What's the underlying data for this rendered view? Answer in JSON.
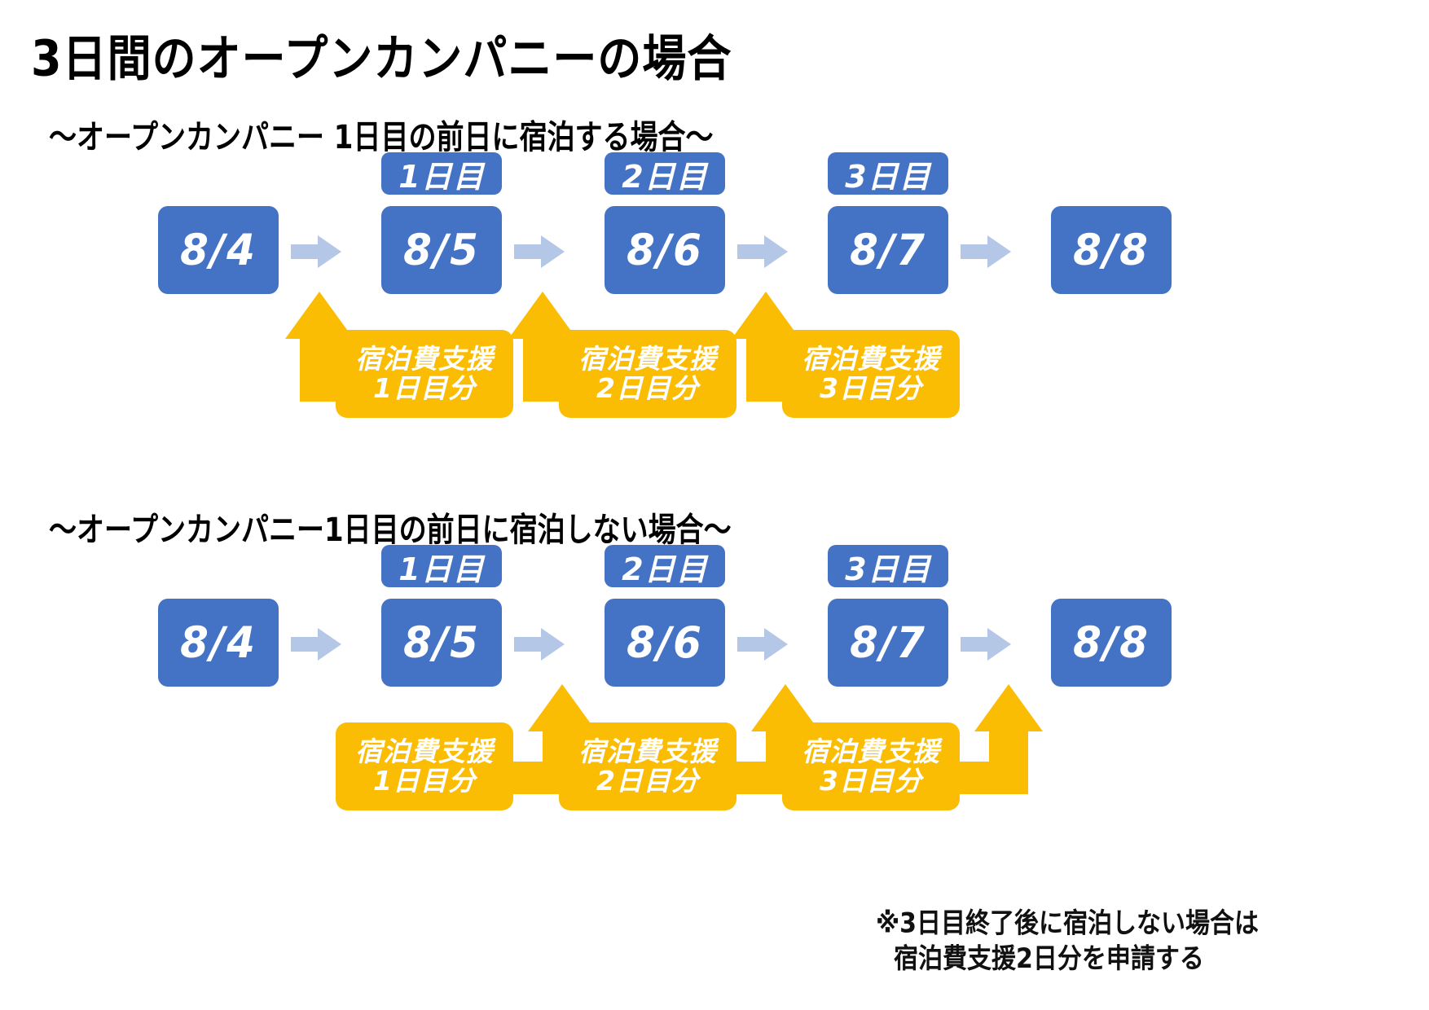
{
  "page": {
    "title": "3日間のオープンカンパニーの場合",
    "background_color": "#FFFFFF"
  },
  "colors": {
    "date_box": "#4472C4",
    "day_badge": "#4472C4",
    "support_box": "#FBBC04",
    "elbow_arrow": "#FBBC04",
    "chevron_arrow": "#B4C7E7",
    "text_on_fill": "#FFFFFF",
    "heading_text": "#000000"
  },
  "sections": [
    {
      "id": "stay-previous-night",
      "subtitle": "〜オープンカンパニー 1日目の前日に宿泊する場合〜",
      "timeline": [
        {
          "date": "8/4",
          "badge": null
        },
        {
          "date": "8/5",
          "badge": "1日目"
        },
        {
          "date": "8/6",
          "badge": "2日目"
        },
        {
          "date": "8/7",
          "badge": "3日目"
        },
        {
          "date": "8/8",
          "badge": null
        }
      ],
      "arrows_between": 4,
      "supports": [
        {
          "line1": "宿泊費支援",
          "line2": "1日目分",
          "elbow_direction": "up-left"
        },
        {
          "line1": "宿泊費支援",
          "line2": "2日目分",
          "elbow_direction": "up-left"
        },
        {
          "line1": "宿泊費支援",
          "line2": "3日目分",
          "elbow_direction": "up-left"
        }
      ]
    },
    {
      "id": "no-stay-previous-night",
      "subtitle": "〜オープンカンパニー1日目の前日に宿泊しない場合〜",
      "timeline": [
        {
          "date": "8/4",
          "badge": null
        },
        {
          "date": "8/5",
          "badge": "1日目"
        },
        {
          "date": "8/6",
          "badge": "2日目"
        },
        {
          "date": "8/7",
          "badge": "3日目"
        },
        {
          "date": "8/8",
          "badge": null
        }
      ],
      "arrows_between": 4,
      "supports": [
        {
          "line1": "宿泊費支援",
          "line2": "1日目分",
          "elbow_direction": "up-right"
        },
        {
          "line1": "宿泊費支援",
          "line2": "2日目分",
          "elbow_direction": "up-right"
        },
        {
          "line1": "宿泊費支援",
          "line2": "3日目分",
          "elbow_direction": "up-right"
        }
      ]
    }
  ],
  "footnote": {
    "line1": "※3日目終了後に宿泊しない場合は",
    "line2": "宿泊費支援2日分を申請する"
  }
}
